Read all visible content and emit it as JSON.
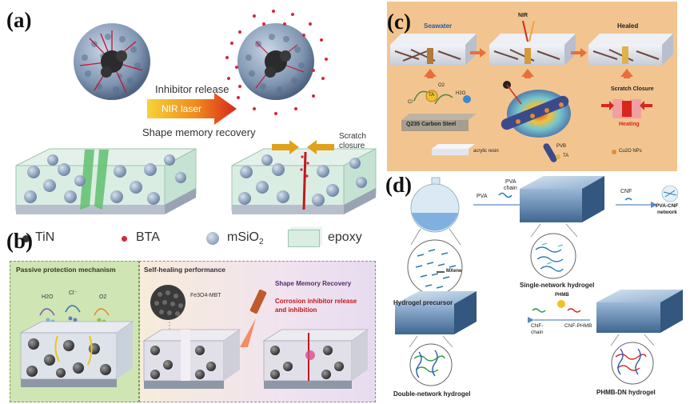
{
  "panel_a": {
    "label": "(a)",
    "inhibitor_release": "Inhibitor release",
    "nir_laser": "NIR laser",
    "shape_memory": "Shape memory recovery",
    "scratch_closure_line1": "Scratch",
    "scratch_closure_line2": "closure",
    "legend": {
      "tin": "TiN",
      "bta": "BTA",
      "msio2": "mSiO",
      "msio2_sub": "2",
      "epoxy": "epoxy"
    }
  },
  "panel_b": {
    "label": "(b)",
    "passive_title": "Passive protection mechanism",
    "selfheal_title": "Self-healing performance",
    "h2o": "H2O",
    "cl": "Cl⁻",
    "o2": "O2",
    "particle_label": "Fe3O4-MBT",
    "shape_memory_recovery": "Shape Memory Recovery",
    "corrosion_line1": "Corrosion inhibitor release",
    "corrosion_line2": "and inhibition"
  },
  "panel_c": {
    "label": "(c)",
    "seawater": "Seawater",
    "nir": "NIR",
    "healed": "Healed",
    "o2": "O2",
    "h2o": "H2O",
    "ta": "TA",
    "cl": "Cl⁻",
    "steel": "Q235 Carbon Steel",
    "scratch_closure": "Scratch Closure",
    "heating": "Heating",
    "acrylic": "acrylic resin",
    "pvb": "PVB",
    "ta2": "TA",
    "cu2o": "Cu2O NPs"
  },
  "panel_d": {
    "label": "(d)",
    "pva": "PVA",
    "pva_chain_1": "PVA",
    "pva_chain_2": "chain",
    "cnf": "CNF",
    "pva_cnf_1": "PVA-CNF",
    "pva_cnf_2": "network",
    "mxene": "MXene",
    "hydrogel_precursor": "Hydrogel precursor",
    "single_network": "Single-network hydrogel",
    "phmb": "PHMB",
    "cnf_chain_1": "CNF-",
    "cnf_chain_2": "chain",
    "cnf_phmb": "CNF-PHMB",
    "double_network": "Double-network hydrogel",
    "phmb_dn": "PHMB-DN hydrogel"
  },
  "colors": {
    "panel_c_bg": "#f2c590",
    "panel_b_left_bg": "#cfe5b4",
    "panel_b_right_bg": "#f3e6f1",
    "laser_red": "#d8261d",
    "sphere_blue": "#8fa3bd",
    "epoxy_green": "#cfe9d9"
  }
}
